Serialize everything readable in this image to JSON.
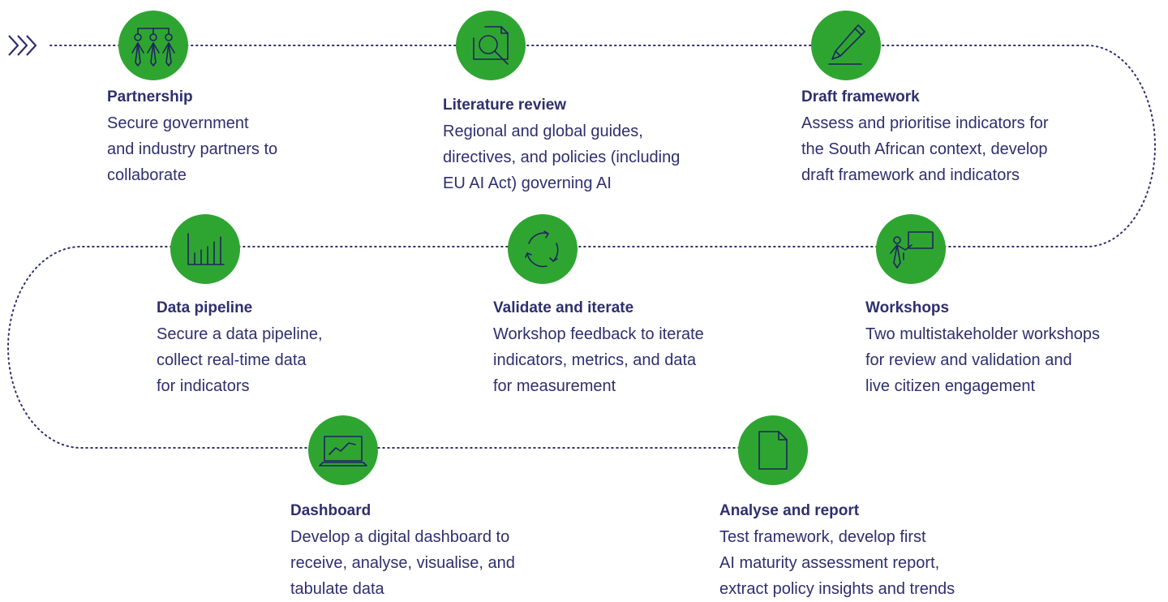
{
  "colors": {
    "node": "#2fa531",
    "text": "#2e2f6e",
    "icon_stroke": "#1f2560",
    "path": "#2e2f6e"
  },
  "steps": [
    {
      "title": "Partnership",
      "description": "Secure government\nand industry partners to\ncollaborate",
      "icon": "people-hierarchy-icon"
    },
    {
      "title": "Literature review",
      "description": "Regional and global guides,\ndirectives, and policies (including\nEU AI Act) governing AI",
      "icon": "document-search-icon"
    },
    {
      "title": "Draft framework",
      "description": "Assess and prioritise indicators for\nthe South African context, develop\ndraft framework and indicators",
      "icon": "pencil-icon"
    },
    {
      "title": "Workshops",
      "description": "Two multistakeholder workshops\nfor review and validation and\nlive citizen engagement",
      "icon": "presenter-board-icon"
    },
    {
      "title": "Validate and iterate",
      "description": "Workshop feedback to iterate\nindicators, metrics, and data\nfor measurement",
      "icon": "cycle-arrows-icon"
    },
    {
      "title": "Data pipeline",
      "description": "Secure a data pipeline,\ncollect real-time data\nfor indicators",
      "icon": "bar-chart-icon"
    },
    {
      "title": "Dashboard",
      "description": "Develop a digital dashboard to\nreceive, analyse, visualise, and\ntabulate data",
      "icon": "laptop-chart-icon"
    },
    {
      "title": "Analyse and report",
      "description": "Test framework, develop first\nAI maturity assessment report,\nextract policy insights and trends",
      "icon": "document-icon"
    }
  ]
}
